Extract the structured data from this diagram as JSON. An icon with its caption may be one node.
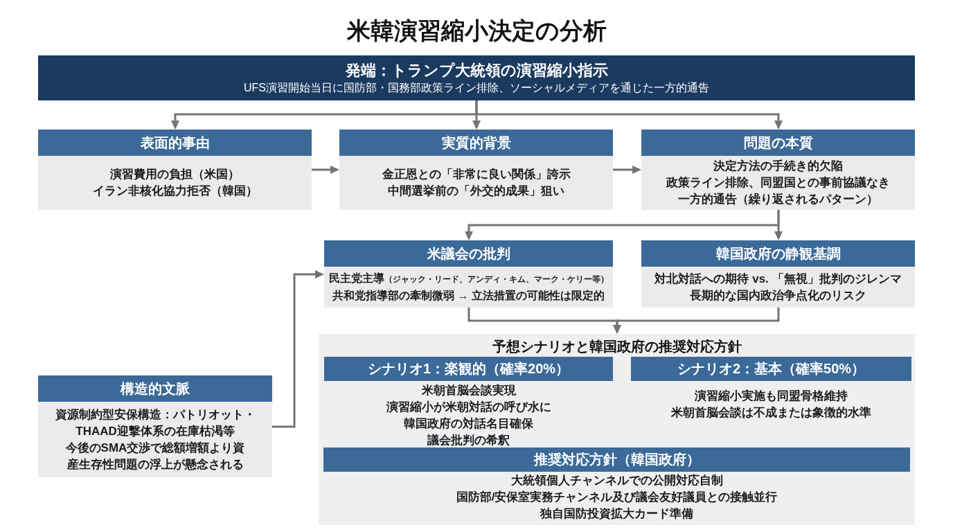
{
  "diagram": {
    "title": "米韓演習縮小決定の分析",
    "nodes": [
      {
        "text": [
          "発端：トランプ大統領の演習縮小指示",
          "UFS演習開始当日に国防部・国務部政策ライン排除、ソーシャルメディアを通じた一方的通告"
        ]
      },
      {
        "text": [
          "表面的事由",
          "演習費用の負担（米国）",
          "イラン非核化協力拒否（韓国）"
        ]
      },
      {
        "text": [
          "実質的背景",
          "金正恩との「非常に良い関係」誇示",
          "中間選挙前の「外交的成果」狙い"
        ]
      },
      {
        "text": [
          "問題の本質",
          "決定方法の手続き的欠陥",
          "政策ライン排除、同盟国との事前協議なき一方的通告（繰り返されるパターン）"
        ]
      },
      {
        "text": [
          "米議会の批判",
          "民主党主導",
          "（ジャック・リード、アンディ・キム、マーク・ケリー等）",
          "共和党指導部の牽制微弱 → 立法措置の可能性は限定的"
        ]
      },
      {
        "text": [
          "韓国政府の静観基調",
          "対北対話への期待 vs. 「無視」批判のジレンマ",
          "長期的な国内政治争点化のリスク"
        ]
      },
      {
        "text": [
          "予想シナリオと韓国政府の推奨対応方針"
        ]
      },
      {
        "text": [
          "シナリオ1：楽観的（確率20%）",
          "米朝首脳会談実現",
          "演習縮小が米朝対話の呼び水に",
          "韓国政府の対話名目確保",
          "議会批判の希釈"
        ],
        "in": 6
      },
      {
        "text": [
          "シナリオ2：基本（確率50%）",
          "演習縮小実施も同盟骨格維持",
          "米朝首脳会談は不成または象徴的水準"
        ],
        "in": 6
      },
      {
        "text": [
          "推奨対応方針（韓国政府）",
          "大統領個人チャンネルでの公開対応自制",
          "国防部/安保室実務チャンネル及び議会友好議員との接触並行",
          "独自国防投資拡大カード準備"
        ],
        "in": 6
      },
      {
        "text": [
          "構造的文脈",
          "資源制約型安保構造：パトリオット・THAAD迎撃体系の在庫枯渇等",
          "今後のSMA交渉で総額増額より資産生存性問題の浮上が懸念される"
        ]
      }
    ],
    "edges": [
      {
        "from": 0,
        "to": 1,
        "arrow": "to"
      },
      {
        "from": 0,
        "to": 2,
        "arrow": "to"
      },
      {
        "from": 0,
        "to": 3,
        "arrow": "to"
      },
      {
        "from": 1,
        "to": 2,
        "arrow": "to"
      },
      {
        "from": 2,
        "to": 3,
        "arrow": "to"
      },
      {
        "from": 3,
        "to": 4,
        "arrow": "to"
      },
      {
        "from": 3,
        "to": 5,
        "arrow": "to"
      },
      {
        "from": 4,
        "to": 6,
        "arrow": "to"
      },
      {
        "from": 5,
        "to": 6,
        "arrow": "to"
      },
      {
        "from": 10,
        "to": 4,
        "arrow": "to"
      }
    ]
  }
}
